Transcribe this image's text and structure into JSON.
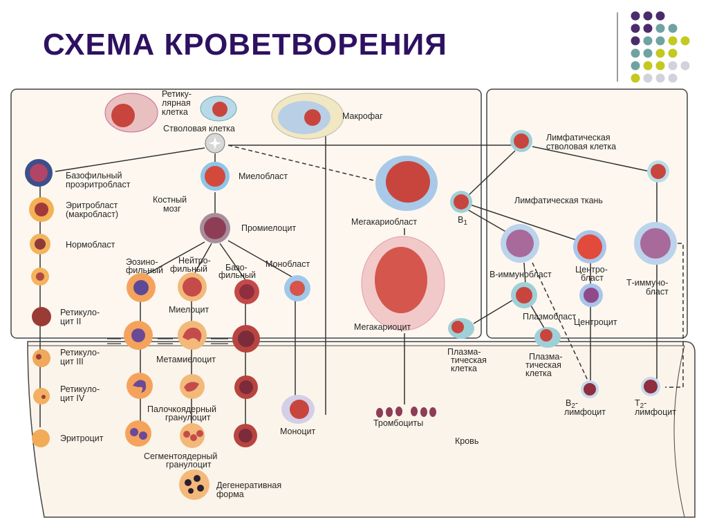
{
  "title": "СХЕМА КРОВЕТВОРЕНИЯ",
  "colors": {
    "title": "#2e1160",
    "dot_purple": "#4a2c6a",
    "dot_teal": "#6fa3a1",
    "dot_lime": "#c3c91f",
    "dot_light": "#d2d2dc",
    "bone_marrow_bg": "#fdf7ef",
    "blood_bg": "#fbf4ea",
    "cell_red": "#c8453e",
    "cell_purple": "#7a5a9e",
    "cell_blue": "#9fc3e8"
  },
  "labels": {
    "reticular_cell": [
      "Ретику-",
      "лярная",
      "клетка"
    ],
    "stem_cell": "Стволовая клетка",
    "macrophage": "Макрофаг",
    "lymph_stem_cell": [
      "Лимфатическая",
      "стволовая клетка"
    ],
    "basophilic_proerythroblast": [
      "Базофильный",
      "проэритробласт"
    ],
    "myeloblast": "Миелобласт",
    "erythroblast": [
      "Эритробласт",
      "(макробласт)"
    ],
    "bone_marrow": [
      "Костный",
      "мозг"
    ],
    "lymph_tissue": "Лимфатическая ткань",
    "normoblast": "Нормобласт",
    "promyelocyte": "Промиелоцит",
    "megakaryoblast": "Мегакариобласт",
    "b1": "B",
    "b1_sub": "1",
    "eosinophilic": [
      "Эозино-",
      "фильный"
    ],
    "neutrophilic": [
      "Нейтро-",
      "фильный"
    ],
    "basophilic": [
      "Базо-",
      "фильный"
    ],
    "monoblast": "Монобласт",
    "b_immunoblast": "B-иммунобласт",
    "centroblast": [
      "Центро-",
      "бласт"
    ],
    "t_immunoblast": [
      "Т-иммуно-",
      "бласт"
    ],
    "reticulocyte_2": [
      "Ретикуло-",
      "цит II"
    ],
    "myelocyte": "Миелоцит",
    "megakaryocyte": "Мегакариоцит",
    "plasmoblast": "Плазмобласт",
    "centrocyte": "Центроцит",
    "reticulocyte_3": [
      "Ретикуло-",
      "цит III"
    ],
    "metamyelocyte": "Метамиелоцит",
    "plasma_cell_1": [
      "Плазма-",
      "тическая",
      "клетка"
    ],
    "plasma_cell_2": [
      "Плазма-",
      "тическая",
      "клетка"
    ],
    "reticulocyte_4": [
      "Ретикуло-",
      "цит IV"
    ],
    "band_granulocyte": [
      "Палочкоядерный",
      "гранулоцит"
    ],
    "b2_lymphocyte": [
      "B",
      "лимфоцит"
    ],
    "b2_sub": "2",
    "t2_lymphocyte": [
      "T",
      "лимфоцит"
    ],
    "t2_sub": "2",
    "thrombocytes": "Тромбоциты",
    "monocyte": "Моноцит",
    "erythrocyte": "Эритроцит",
    "blood": "Кровь",
    "segmented_granulocyte": [
      "Сегментоядерный",
      "гранулоцит"
    ],
    "degenerative_form": [
      "Дегенеративная",
      "форма"
    ]
  }
}
